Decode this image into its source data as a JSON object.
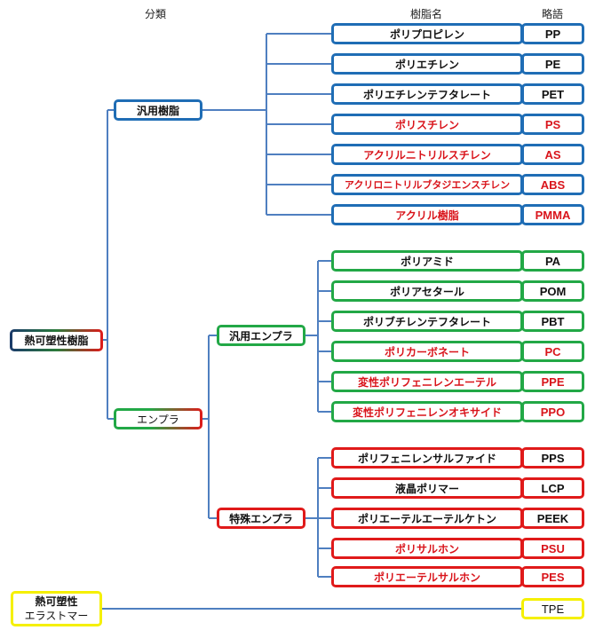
{
  "headers": {
    "category": "分類",
    "resin_name": "樹脂名",
    "abbreviation": "略語"
  },
  "root": {
    "label": "熱可塑性樹脂"
  },
  "categories": {
    "general": {
      "label": "汎用樹脂",
      "color": "#1f6db5"
    },
    "engineering": {
      "label": "エンプラ"
    },
    "general_engineering": {
      "label": "汎用エンプラ",
      "color": "#22a846"
    },
    "super_engineering": {
      "label": "特殊エンプラ",
      "color": "#e01a1a"
    },
    "elastomer": {
      "label_line1": "熱可塑性",
      "label_line2": "エラストマー",
      "color": "#f5f000"
    }
  },
  "general_resins": [
    {
      "name": "ポリプロピレン",
      "abbr": "PP",
      "highlight": false
    },
    {
      "name": "ポリエチレン",
      "abbr": "PE",
      "highlight": false
    },
    {
      "name": "ポリエチレンテフタレート",
      "abbr": "PET",
      "highlight": false
    },
    {
      "name": "ポリスチレン",
      "abbr": "PS",
      "highlight": true
    },
    {
      "name": "アクリルニトリルスチレン",
      "abbr": "AS",
      "highlight": true
    },
    {
      "name": "アクリロニトリルブタジエンスチレン",
      "abbr": "ABS",
      "highlight": true
    },
    {
      "name": "アクリル樹脂",
      "abbr": "PMMA",
      "highlight": true
    }
  ],
  "general_engineering_resins": [
    {
      "name": "ポリアミド",
      "abbr": "PA",
      "highlight": false
    },
    {
      "name": "ポリアセタール",
      "abbr": "POM",
      "highlight": false
    },
    {
      "name": "ポリブチレンテフタレート",
      "abbr": "PBT",
      "highlight": false
    },
    {
      "name": "ポリカーボネート",
      "abbr": "PC",
      "highlight": true
    },
    {
      "name": "変性ポリフェニレンエーテル",
      "abbr": "PPE",
      "highlight": true
    },
    {
      "name": "変性ポリフェニレンオキサイド",
      "abbr": "PPO",
      "highlight": true
    }
  ],
  "super_engineering_resins": [
    {
      "name": "ポリフェニレンサルファイド",
      "abbr": "PPS",
      "highlight": false
    },
    {
      "name": "液晶ポリマー",
      "abbr": "LCP",
      "highlight": false
    },
    {
      "name": "ポリエーテルエーテルケトン",
      "abbr": "PEEK",
      "highlight": false
    },
    {
      "name": "ポリサルホン",
      "abbr": "PSU",
      "highlight": true
    },
    {
      "name": "ポリエーテルサルホン",
      "abbr": "PES",
      "highlight": true
    }
  ],
  "elastomer_resin": {
    "abbr": "TPE"
  },
  "colors": {
    "connector": "#4f7fc0",
    "highlight_text": "#d9141b"
  }
}
